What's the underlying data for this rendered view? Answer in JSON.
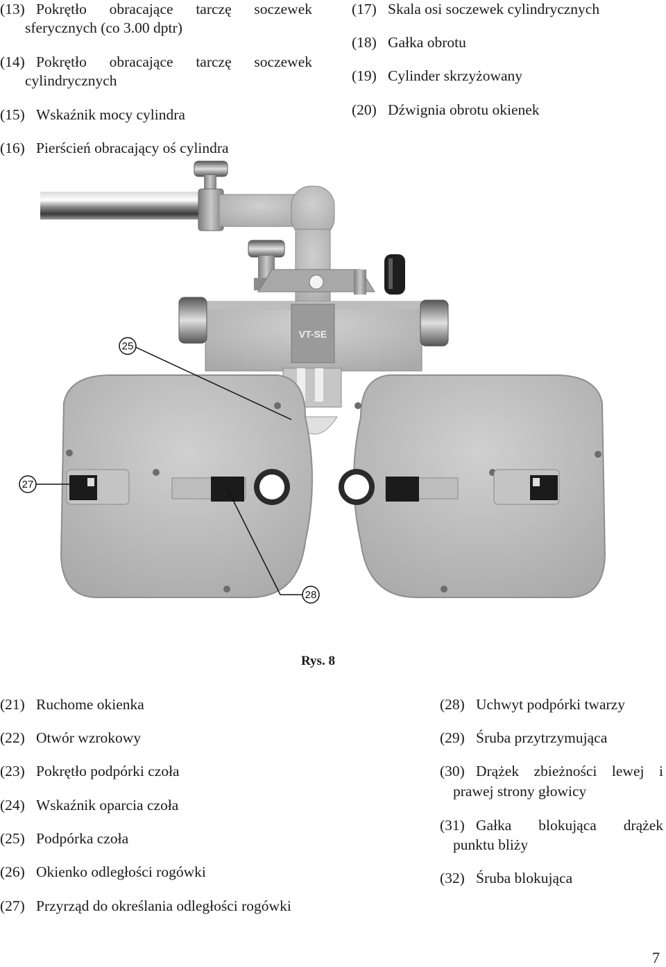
{
  "legend_top_left": [
    {
      "num": "(13)",
      "text": "Pokrętło obracające tarczę soczewek",
      "cont": "sferycznych (co 3.00 dptr)"
    },
    {
      "num": "(14)",
      "text": "Pokrętło obracające tarczę soczewek",
      "cont": "cylindrycznych"
    },
    {
      "num": "(15)",
      "text": "Wskaźnik mocy cylindra"
    },
    {
      "num": "(16)",
      "text": "Pierścień obracający oś cylindra"
    }
  ],
  "legend_top_right": [
    {
      "num": "(17)",
      "text": "Skala osi soczewek cylindrycznych"
    },
    {
      "num": "(18)",
      "text": "Gałka obrotu"
    },
    {
      "num": "(19)",
      "text": "Cylinder skrzyżowany"
    },
    {
      "num": "(20)",
      "text": "Dźwignia obrotu okienek"
    }
  ],
  "figure": {
    "caption": "Rys. 8",
    "device_label": "VT-SE",
    "callouts": [
      "25",
      "27",
      "28"
    ]
  },
  "legend_bottom_left": [
    {
      "num": "(21)",
      "text": "Ruchome okienka"
    },
    {
      "num": "(22)",
      "text": "Otwór wzrokowy"
    },
    {
      "num": "(23)",
      "text": "Pokrętło podpórki czoła"
    },
    {
      "num": "(24)",
      "text": "Wskaźnik oparcia czoła"
    },
    {
      "num": "(25)",
      "text": "Podpórka czoła"
    },
    {
      "num": "(26)",
      "text": "Okienko odległości rogówki"
    },
    {
      "num": "(27)",
      "text": "Przyrząd do określania odległości rogówki"
    }
  ],
  "legend_bottom_right": [
    {
      "num": "(28)",
      "text": "Uchwyt podpórki twarzy"
    },
    {
      "num": "(29)",
      "text": "Śruba przytrzymująca"
    },
    {
      "num": "(30)",
      "text": "Drążek zbieżności lewej i",
      "cont": "prawej strony głowicy"
    },
    {
      "num": "(31)",
      "text": "Gałka blokująca drążek",
      "cont": "punktu bliży"
    },
    {
      "num": "(32)",
      "text": "Śruba blokująca"
    }
  ],
  "page_number": "7"
}
